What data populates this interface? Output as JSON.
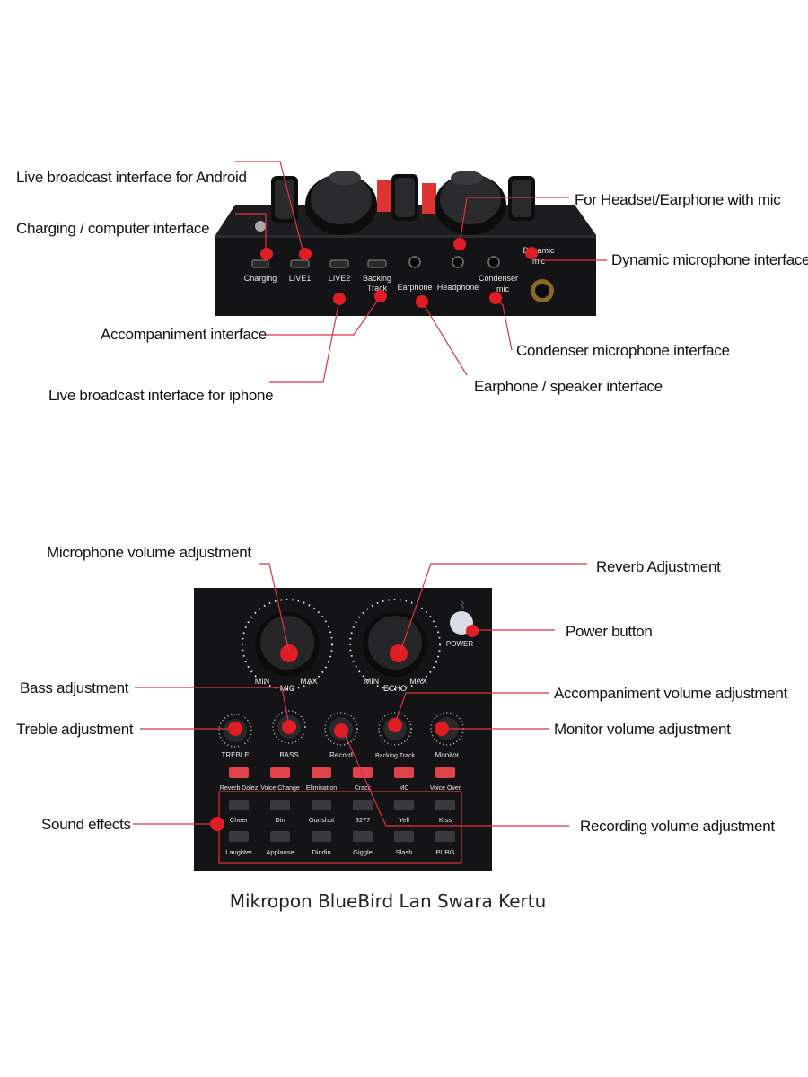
{
  "caption": "Mikropon BlueBird Lan Swara Kertu",
  "rear_panel": {
    "callouts": {
      "android": "Live broadcast interface for Android",
      "charging": "Charging / computer interface",
      "accompaniment": "Accompaniment interface",
      "iphone": "Live broadcast interface for iphone",
      "headset": "For Headset/Earphone with mic",
      "dynamic": "Dynamic microphone interface",
      "condenser": "Condenser microphone interface",
      "earphone": "Earphone / speaker interface"
    },
    "port_labels": {
      "charging": "Charging",
      "live1": "LIVE1",
      "live2": "LIVE2",
      "backing_1": "Backing",
      "backing_2": "Track",
      "earphone": "Earphone",
      "headphone": "Headphone",
      "condenser_1": "Condenser",
      "condenser_2": "mic",
      "dynamic_1": "Dynamic",
      "dynamic_2": "mic"
    }
  },
  "front_panel": {
    "callouts": {
      "mic_volume": "Microphone volume adjustment",
      "reverb": "Reverb Adjustment",
      "power": "Power button",
      "bass": "Bass adjustment",
      "treble": "Treble adjustment",
      "accompaniment_volume": "Accompaniment volume adjustment",
      "monitor_volume": "Monitor volume adjustment",
      "sound_effects": "Sound effects",
      "recording_volume": "Recording volume adjustment"
    },
    "knob_labels": {
      "min": "MIN",
      "max": "MAX",
      "mic": "MIC",
      "echo": "ECHO",
      "power": "POWER",
      "treble": "TREBLE",
      "bass": "BASS",
      "record": "Record",
      "backing_track": "Backing Track",
      "monitor": "Monitor"
    },
    "function_buttons": [
      "Reverb Dolez",
      "Voice Change",
      "Elimination",
      "Crack",
      "MC",
      "Voice Over"
    ],
    "effect_row_1": [
      "Cheer",
      "Din",
      "Gunshot",
      "9277",
      "Yell",
      "Kiss"
    ],
    "effect_row_2": [
      "Laughter",
      "Applause",
      "Dindin",
      "Giggle",
      "Slash",
      "PUBG"
    ]
  }
}
